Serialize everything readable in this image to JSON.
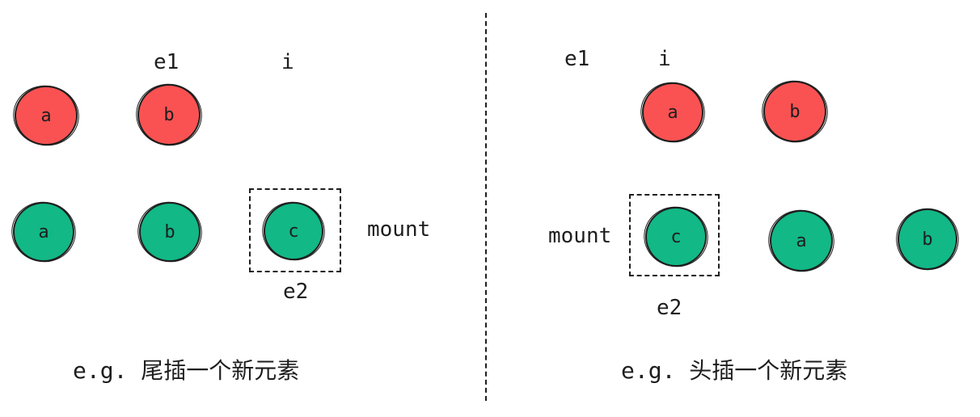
{
  "left": {
    "labels": {
      "e1": "e1",
      "i": "i",
      "mount": "mount",
      "e2": "e2"
    },
    "old_nodes": [
      "a",
      "b"
    ],
    "new_nodes": [
      "a",
      "b",
      "c"
    ],
    "caption": "e.g. 尾插一个新元素"
  },
  "right": {
    "labels": {
      "e1": "e1",
      "i": "i",
      "mount": "mount",
      "e2": "e2"
    },
    "old_nodes": [
      "a",
      "b"
    ],
    "new_nodes": [
      "c",
      "a",
      "b"
    ],
    "caption": "e.g. 头插一个新元素"
  },
  "colors": {
    "old_node": "#fa5252",
    "new_node": "#12b886",
    "stroke": "#1e1e1e"
  }
}
